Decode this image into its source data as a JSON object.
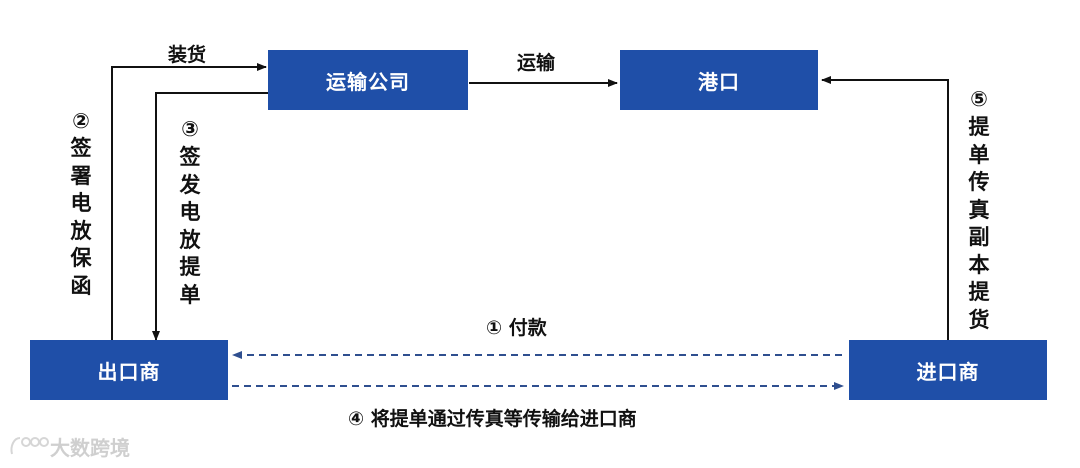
{
  "nodes": {
    "shipping_company": "运输公司",
    "port": "港口",
    "exporter": "出口商",
    "importer": "进口商"
  },
  "edges": {
    "loading": "装货",
    "transport": "运输",
    "step1": "① 付款",
    "step2_num": "②",
    "step2_text": "签署电放保函",
    "step3_num": "③",
    "step3_text": "签发电放提单",
    "step4": "④ 将提单通过传真等传输给进口商",
    "step5_num": "⑤",
    "step5_text": "提单传真副本提货"
  },
  "watermark": "大数跨境",
  "colors": {
    "box": "#1f4fa8",
    "line": "#111111",
    "dashed": "#2f4f8f"
  }
}
